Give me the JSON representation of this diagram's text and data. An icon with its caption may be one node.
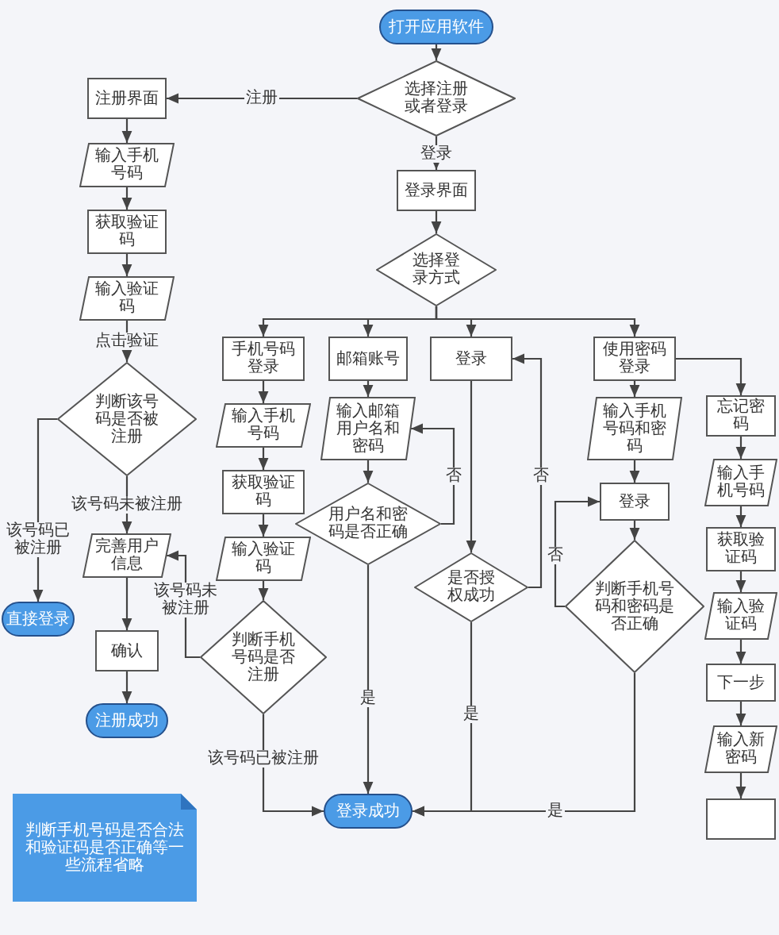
{
  "diagram": {
    "nodes": [
      {
        "text": [
          "打开应用软件"
        ]
      },
      {
        "text": [
          "选择注册或者登录"
        ]
      },
      {
        "text": [
          "注册界面"
        ]
      },
      {
        "text": [
          "输入手机号码"
        ]
      },
      {
        "text": [
          "获取验证码"
        ]
      },
      {
        "text": [
          "输入验证码"
        ]
      },
      {
        "text": [
          "判断该号码是否被注册"
        ]
      },
      {
        "text": [
          "直接登录"
        ]
      },
      {
        "text": [
          "完善用户信息"
        ]
      },
      {
        "text": [
          "确认"
        ]
      },
      {
        "text": [
          "注册成功"
        ]
      },
      {
        "text": [
          "登录界面"
        ]
      },
      {
        "text": [
          "选择登录方式"
        ]
      },
      {
        "text": [
          "手机号码登录"
        ]
      },
      {
        "text": [
          "输入手机号码"
        ]
      },
      {
        "text": [
          "获取验证码"
        ]
      },
      {
        "text": [
          "输入验证码"
        ]
      },
      {
        "text": [
          "判断手机号码是否注册"
        ]
      },
      {
        "text": [
          "邮箱账号"
        ]
      },
      {
        "text": [
          "输入邮箱用户名和密码"
        ]
      },
      {
        "text": [
          "用户名和密码是否正确"
        ]
      },
      {
        "text": [
          "登录"
        ]
      },
      {
        "text": [
          "是否授权成功"
        ]
      },
      {
        "text": [
          "使用密码登录"
        ]
      },
      {
        "text": [
          "输入手机号码和密码"
        ]
      },
      {
        "text": [
          "登录"
        ]
      },
      {
        "text": [
          "判断手机号码和密码是否正确"
        ]
      },
      {
        "text": [
          "忘记密码"
        ]
      },
      {
        "text": [
          "输入手机号码"
        ]
      },
      {
        "text": [
          "获取验证码"
        ]
      },
      {
        "text": [
          "输入验证码"
        ]
      },
      {
        "text": [
          "下一步"
        ]
      },
      {
        "text": [
          "输入新密码"
        ]
      },
      {
        "text": [],
        "shape": "box"
      },
      {
        "text": [
          "登录成功"
        ]
      },
      {
        "text": [
          "判断手机号码是否合法和验证码是否正确等一些流程省略"
        ]
      }
    ],
    "edges": [
      {
        "from": 0,
        "to": 1,
        "arrow": "to"
      },
      {
        "from": 1,
        "to": 2,
        "arrow": "to",
        "label": "注册"
      },
      {
        "from": 1,
        "to": 11,
        "arrow": "to",
        "label": "登录"
      },
      {
        "from": 2,
        "to": 3,
        "arrow": "to"
      },
      {
        "from": 3,
        "to": 4,
        "arrow": "to"
      },
      {
        "from": 4,
        "to": 5,
        "arrow": "to"
      },
      {
        "from": 5,
        "to": 6,
        "arrow": "to",
        "label": "点击验证"
      },
      {
        "from": 6,
        "to": 7,
        "arrow": "to",
        "label": "该号码已被注册"
      },
      {
        "from": 6,
        "to": 8,
        "arrow": "to",
        "label": "该号码未被注册"
      },
      {
        "from": 8,
        "to": 9,
        "arrow": "to"
      },
      {
        "from": 9,
        "to": 10,
        "arrow": "to"
      },
      {
        "from": 11,
        "to": 12,
        "arrow": "to"
      },
      {
        "from": 12,
        "to": 13,
        "arrow": "to"
      },
      {
        "from": 12,
        "to": 18,
        "arrow": "to"
      },
      {
        "from": 12,
        "to": 21,
        "arrow": "to"
      },
      {
        "from": 12,
        "to": 23,
        "arrow": "to"
      },
      {
        "from": 13,
        "to": 14,
        "arrow": "to"
      },
      {
        "from": 14,
        "to": 15,
        "arrow": "to"
      },
      {
        "from": 15,
        "to": 16,
        "arrow": "to"
      },
      {
        "from": 16,
        "to": 17,
        "arrow": "to"
      },
      {
        "from": 17,
        "to": 8,
        "arrow": "to",
        "label": "该号码未被注册"
      },
      {
        "from": 17,
        "to": 34,
        "arrow": "to",
        "label": "该号码已被注册"
      },
      {
        "from": 18,
        "to": 19,
        "arrow": "to"
      },
      {
        "from": 19,
        "to": 20,
        "arrow": "to"
      },
      {
        "from": 20,
        "to": 19,
        "arrow": "to",
        "label": "否"
      },
      {
        "from": 20,
        "to": 34,
        "arrow": "to",
        "label": "是"
      },
      {
        "from": 21,
        "to": 22,
        "arrow": "to"
      },
      {
        "from": 22,
        "to": 21,
        "arrow": "to",
        "label": "否"
      },
      {
        "from": 22,
        "to": 34,
        "arrow": "to",
        "label": "是"
      },
      {
        "from": 23,
        "to": 24,
        "arrow": "to"
      },
      {
        "from": 24,
        "to": 25,
        "arrow": "to"
      },
      {
        "from": 25,
        "to": 26,
        "arrow": "to"
      },
      {
        "from": 26,
        "to": 25,
        "arrow": "to",
        "label": "否"
      },
      {
        "from": 26,
        "to": 34,
        "arrow": "to",
        "label": "是"
      },
      {
        "from": 23,
        "to": 27,
        "arrow": "to"
      },
      {
        "from": 27,
        "to": 28,
        "arrow": "to"
      },
      {
        "from": 28,
        "to": 29,
        "arrow": "to"
      },
      {
        "from": 29,
        "to": 30,
        "arrow": "to"
      },
      {
        "from": 30,
        "to": 31,
        "arrow": "to"
      },
      {
        "from": 31,
        "to": 32,
        "arrow": "to"
      },
      {
        "from": 32,
        "to": 33,
        "arrow": "to"
      }
    ]
  }
}
